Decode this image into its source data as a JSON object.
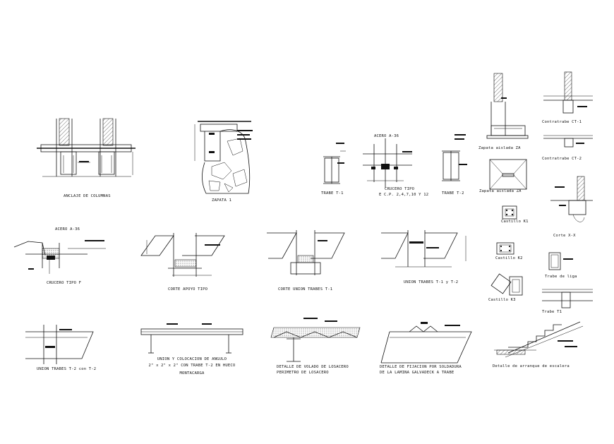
{
  "details": {
    "anclaje_columnas": "ANCLAJE DE COLUMNAS",
    "zapata_1": "ZAPATA 1",
    "trabe_t1": "TRABE T-1",
    "crucero_tipo": "CRUCERO TIPO",
    "crucero_ejes": "E C.P. 2,4,7,10 Y 12",
    "acero_a36_top": "ACERO A-36",
    "trabe_t2": "TRABE T-2",
    "zapata_aislada_za_1": "Zapata aislada ZA",
    "zapata_aislada_za_2": "Zapata aislada ZA",
    "contratrabe_ct1": "Contratrabe CT-1",
    "contratrabe_ct2": "Contratrabe CT-2",
    "castillo_k1": "Castillo K1",
    "corte_xx": "Corte X-X",
    "castillo_k2": "Castillo K2",
    "trabe_de_liga": "Trabe de liga",
    "castillo_k3": "Castillo K3",
    "trabe_t1_right": "Trabe T1",
    "acero_a36_mid": "ACERO A-36",
    "crucero_tipo_f": "CRUCERO TIPO F",
    "corte_apoyo_tipo": "CORTE APOYO TIPO",
    "corte_union_trabes": "CORTE UNION TRABES T-1",
    "union_trabes_t1_t2": "UNION TRABES T-1 y T-2",
    "union_trabes_t2_t2": "UNION TRABES T-2 con T-2",
    "union_colocacion_1": "UNION Y COLOCACION DE ANGULO",
    "union_colocacion_2": "2\" x 2\" x 2\" CON TRABE T-2 EN HUECO",
    "union_colocacion_3": "MONTACARGA",
    "volado_1": "DETALLE DE VOLADO DE LOSACERO",
    "volado_2": "PERIMETRO DE LOSACERO",
    "fijacion_1": "DETALLE DE FIJACION POR SOLDADURA",
    "fijacion_2": "DE LA LAMINA GALVADECK A TRABE",
    "arranque_escalera": "Detalle de arranque de escalera"
  }
}
